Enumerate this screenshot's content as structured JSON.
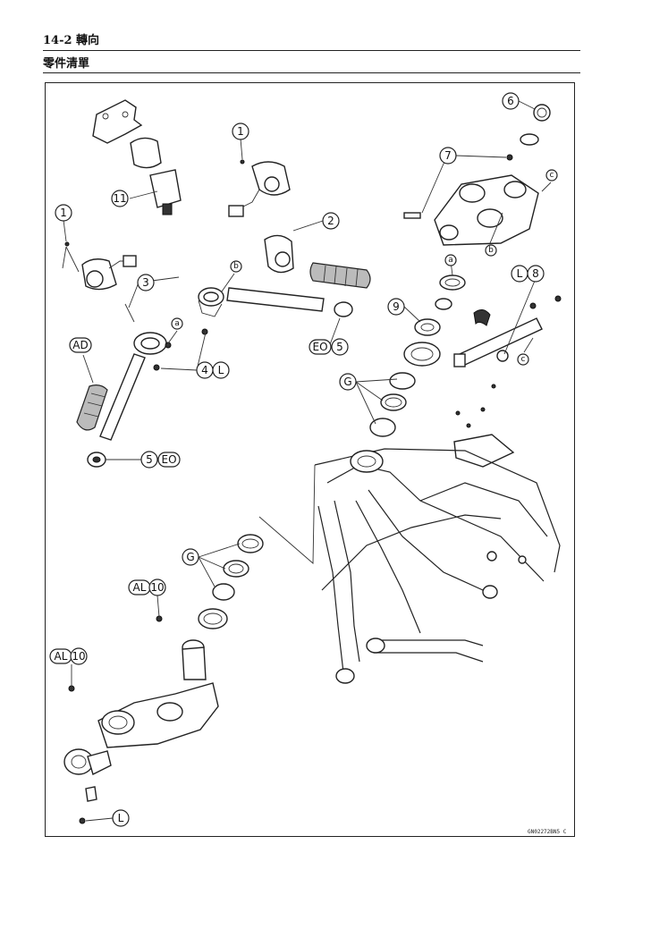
{
  "header": {
    "page_title": "14-2 轉向"
  },
  "section": {
    "title": "零件清單"
  },
  "diagram": {
    "image_code": "GN02272BN5 C",
    "callouts": {
      "c1a": "1",
      "c1b": "1",
      "c2": "2",
      "c3": "3",
      "c4": "4",
      "c4L": "L",
      "c5a": "5",
      "c5aE": "EO",
      "c5b": "5",
      "c5bE": "EO",
      "c6": "6",
      "c7": "7",
      "c8": "8",
      "c8L": "L",
      "c9": "9",
      "c10a": "10",
      "c10aA": "AL",
      "c10b": "10",
      "c10bA": "AL",
      "c11": "11",
      "cAD": "AD",
      "cG1": "G",
      "cG2": "G",
      "cL": "L",
      "la1": "a",
      "la2": "a",
      "lb1": "b",
      "lb2": "b",
      "lc1": "c",
      "lc2": "c"
    }
  }
}
